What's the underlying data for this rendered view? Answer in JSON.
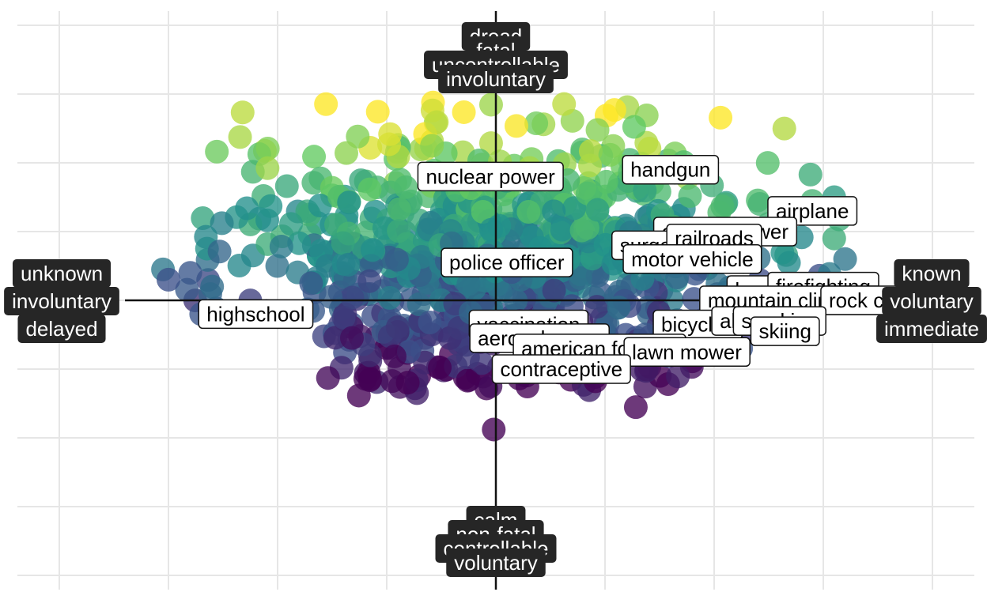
{
  "chart_data": {
    "type": "scatter",
    "title": "",
    "xlabel": "",
    "ylabel": "",
    "xlim": [
      -4.4,
      4.4
    ],
    "ylim": [
      -4.3,
      4.2
    ],
    "grid": true,
    "colorscale": "viridis",
    "axis_end_labels": {
      "left": [
        "unknown",
        "involuntary",
        "delayed"
      ],
      "right": [
        "known",
        "voluntary",
        "immediate"
      ],
      "top": [
        "dread",
        "fatal",
        "uncontrollable",
        "involuntary"
      ],
      "bottom": [
        "calm",
        "non-fatal",
        "controllable",
        "voluntary"
      ]
    },
    "labeled_points": [
      {
        "label": "nuclear power",
        "x": -0.05,
        "y": 1.8
      },
      {
        "label": "handgun",
        "x": 1.6,
        "y": 1.9
      },
      {
        "label": "airplane",
        "x": 2.9,
        "y": 1.3
      },
      {
        "label": "electric power",
        "x": 2.1,
        "y": 1.0
      },
      {
        "label": "surgery",
        "x": 1.45,
        "y": 0.8
      },
      {
        "label": "railroads",
        "x": 2.0,
        "y": 0.9
      },
      {
        "label": "motor vehicle",
        "x": 1.8,
        "y": 0.6
      },
      {
        "label": "police officer",
        "x": 0.1,
        "y": 0.55
      },
      {
        "label": "hunting",
        "x": 2.5,
        "y": 0.15
      },
      {
        "label": "firefighting",
        "x": 3.0,
        "y": 0.2
      },
      {
        "label": "mountain climbing",
        "x": 2.7,
        "y": 0.0
      },
      {
        "label": "rock climbing",
        "x": 3.6,
        "y": 0.0
      },
      {
        "label": "highschool",
        "x": -2.2,
        "y": -0.2
      },
      {
        "label": "vaccination",
        "x": 0.3,
        "y": -0.35
      },
      {
        "label": "bicycles",
        "x": 1.85,
        "y": -0.35
      },
      {
        "label": "alcohol",
        "x": 2.35,
        "y": -0.3
      },
      {
        "label": "smoking",
        "x": 2.6,
        "y": -0.3
      },
      {
        "label": "skiing",
        "x": 2.65,
        "y": -0.45
      },
      {
        "label": "aerosol spray",
        "x": 0.4,
        "y": -0.55
      },
      {
        "label": "american football",
        "x": 0.95,
        "y": -0.7
      },
      {
        "label": "lawn mower",
        "x": 1.75,
        "y": -0.75
      },
      {
        "label": "contraceptive",
        "x": 0.6,
        "y": -1.0
      }
    ]
  }
}
